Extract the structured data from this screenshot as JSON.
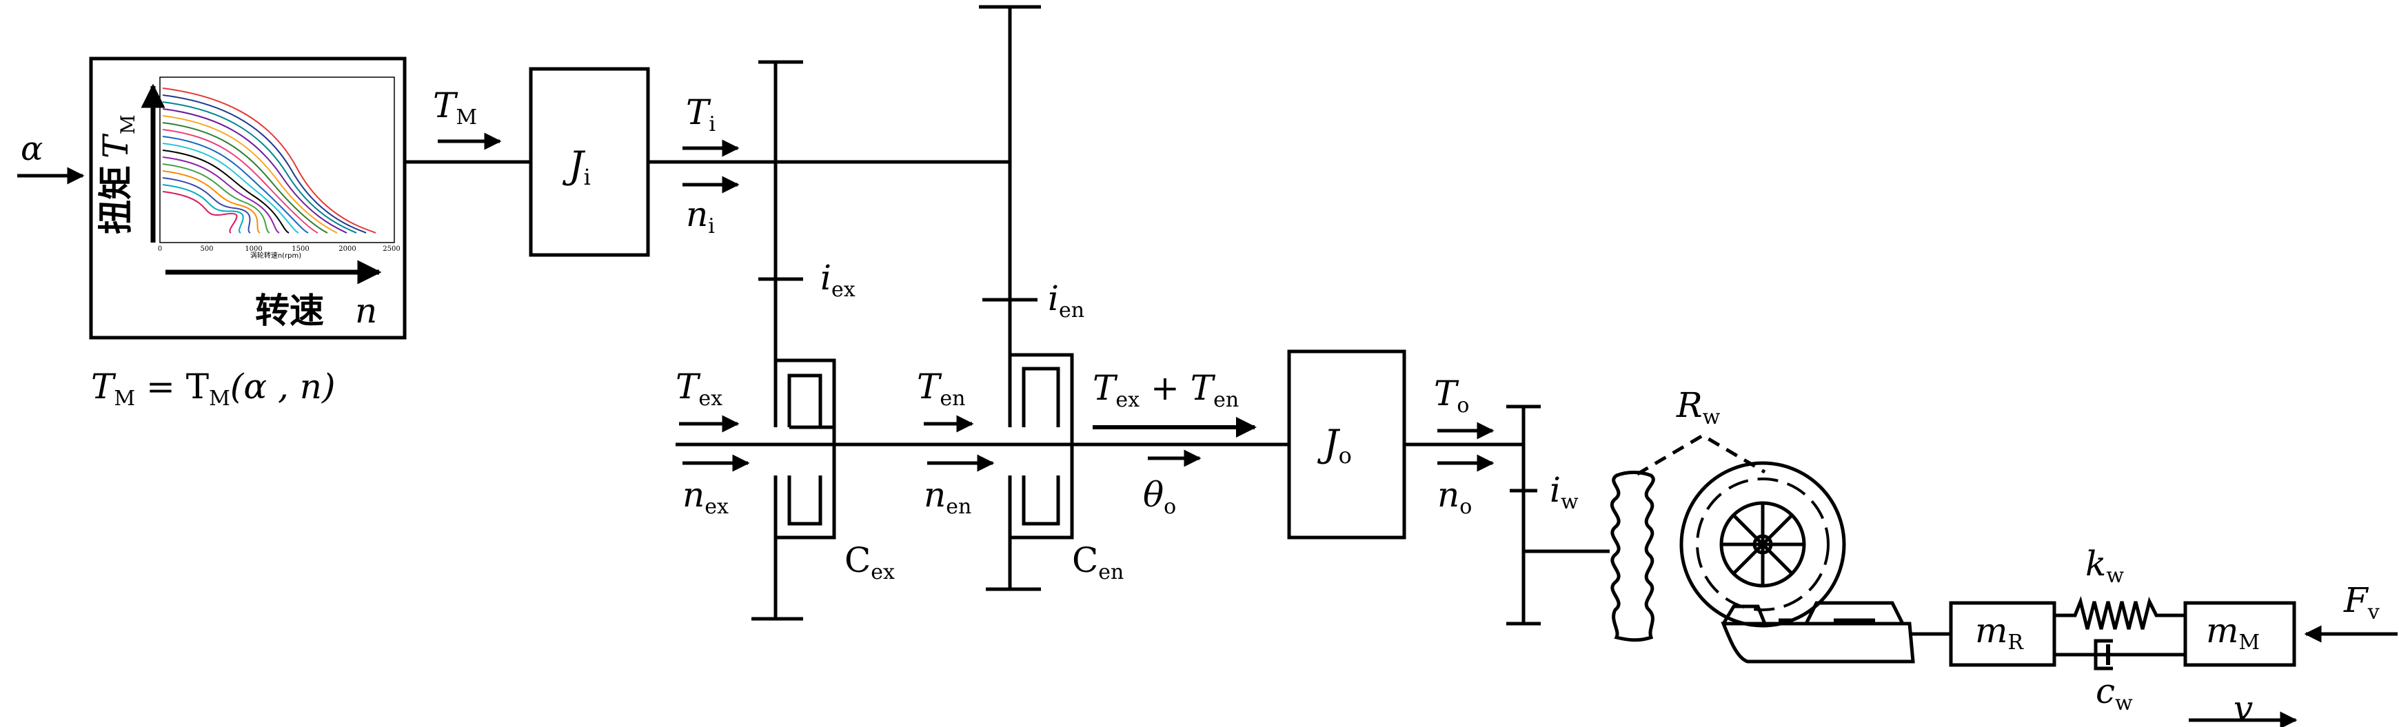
{
  "labels": {
    "alpha": "α",
    "torque_out": "T",
    "torque_out_sub": "M",
    "map_ylabel_cn": "扭矩",
    "map_ylabel_sym": "T",
    "map_ylabel_sub": "M",
    "map_xlabel_cn": "转速",
    "map_xlabel_sym": "n",
    "map_axis_caption": "涡轮转速n(rpm)",
    "map_ticks": [
      "0",
      "500",
      "1000",
      "1500",
      "2000",
      "2500"
    ],
    "equation": "T",
    "equation_sub": "M",
    "equation_rest": " = T",
    "equation_sub2": "M",
    "equation_args": "(α , n)",
    "Ji": "J",
    "Ji_sub": "i",
    "Ti": "T",
    "Ti_sub": "i",
    "ni": "n",
    "ni_sub": "i",
    "iex": "i",
    "iex_sub": "ex",
    "ien": "i",
    "ien_sub": "en",
    "Tex": "T",
    "Tex_sub": "ex",
    "nex": "n",
    "nex_sub": "ex",
    "Ten": "T",
    "Ten_sub": "en",
    "nen": "n",
    "nen_sub": "en",
    "Tsum_a": "T",
    "Tsum_a_sub": "ex",
    "Tsum_plus": " + ",
    "Tsum_b": "T",
    "Tsum_b_sub": "en",
    "theta": "θ",
    "theta_sub": "o",
    "Cex": "C",
    "Cex_sub": "ex",
    "Cen": "C",
    "Cen_sub": "en",
    "Jo": "J",
    "Jo_sub": "o",
    "To": "T",
    "To_sub": "o",
    "no": "n",
    "no_sub": "o",
    "iw": "i",
    "iw_sub": "w",
    "Rw": "R",
    "Rw_sub": "w",
    "mR": "m",
    "mR_sub": "R",
    "kw": "k",
    "kw_sub": "w",
    "cw": "c",
    "cw_sub": "w",
    "mM": "m",
    "mM_sub": "M",
    "Fv": "F",
    "Fv_sub": "v",
    "v": "v"
  },
  "map_curves_colors": [
    "#e53935",
    "#1e3a8a",
    "#00838f",
    "#6a1b9a",
    "#f9a825",
    "#2e7d32",
    "#ec407a",
    "#1565c0",
    "#26c6da",
    "#000000",
    "#8e24aa",
    "#43a047",
    "#fb8c00",
    "#3949ab",
    "#00acc1",
    "#d81b60"
  ]
}
